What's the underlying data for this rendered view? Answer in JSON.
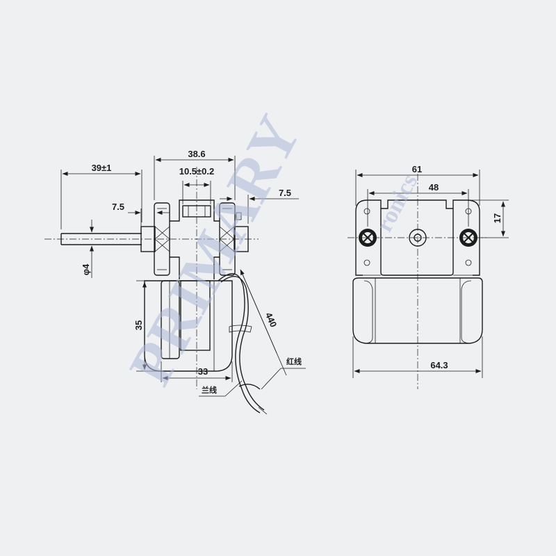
{
  "dimensions": {
    "d_39": "39±1",
    "d_38_6": "38.6",
    "d_10_5": "10.5±0.2",
    "d_7_5_left": "7.5",
    "d_7_5_right": "7.5",
    "d_phi4": "φ4",
    "d_35": "35",
    "d_33": "33",
    "d_440": "440",
    "d_61": "61",
    "d_48": "48",
    "d_17": "17",
    "d_64_3": "64.3"
  },
  "labels": {
    "red_wire": "红线",
    "blue_wire": "兰线"
  },
  "watermark": {
    "main": "PRIMARY",
    "sub": "ronics"
  },
  "colors": {
    "line": "#1c1c1c",
    "background": "#eef0f2",
    "watermark": "#aeb8d8"
  }
}
